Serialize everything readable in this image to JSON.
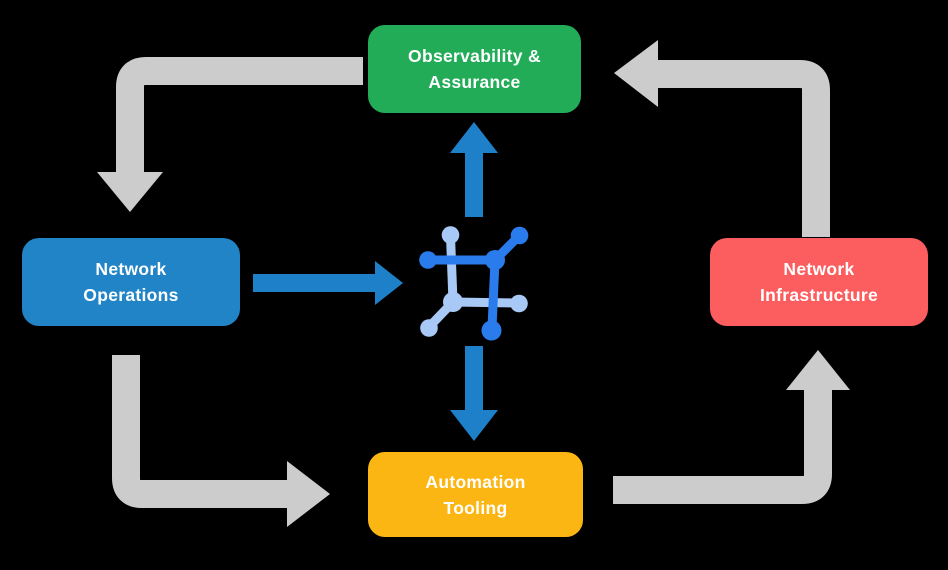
{
  "diagram": {
    "background_color": "#000000",
    "nodes": {
      "observability": {
        "label": "Observability &\nAssurance",
        "color": "#22AC58",
        "text_color": "#FFFFFF"
      },
      "operations": {
        "label": "Network\nOperations",
        "color": "#2184C6",
        "text_color": "#FFFFFF"
      },
      "infrastructure": {
        "label": "Network\nInfrastructure",
        "color": "#FC5D5E",
        "text_color": "#FFFFFF"
      },
      "automation": {
        "label": "Automation\nTooling",
        "color": "#FCB614",
        "text_color": "#FFFFFF"
      }
    },
    "center_icon": {
      "name": "network-fabric-icon",
      "color_primary": "#2A7CEC",
      "color_secondary": "#A8C9F6"
    },
    "cycle_arrows": {
      "color": "#CCCCCC",
      "items": [
        {
          "from": "observability",
          "to": "operations"
        },
        {
          "from": "operations",
          "to": "automation"
        },
        {
          "from": "automation",
          "to": "infrastructure"
        },
        {
          "from": "infrastructure",
          "to": "observability"
        }
      ]
    },
    "flow_arrows": {
      "color": "#1E80C9",
      "items": [
        {
          "from": "operations",
          "to": "center-icon"
        },
        {
          "from": "center-icon",
          "to": "observability"
        },
        {
          "from": "center-icon",
          "to": "automation"
        }
      ]
    }
  }
}
